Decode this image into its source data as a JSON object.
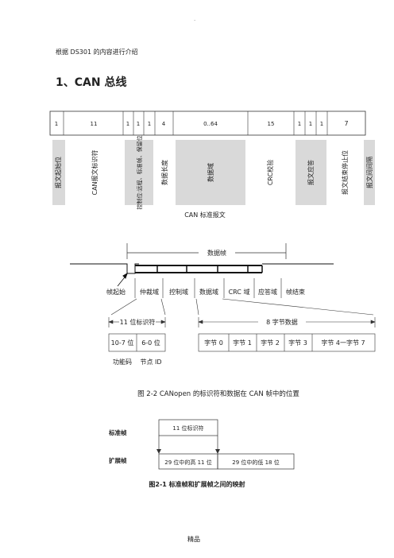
{
  "page": {
    "top_dot": ".",
    "intro": "根据 DS301 的内容进行介绍",
    "heading": "1、CAN 总线",
    "footer": "精品"
  },
  "fig1": {
    "bit_counts": [
      "1",
      "11",
      "1",
      "1",
      "1",
      "4",
      "0..64",
      "15",
      "1",
      "1",
      "1",
      "7"
    ],
    "field_labels": [
      "报文起始位",
      "CAN报文标识符",
      "控制位:远程、标准帧、保留位",
      "数据长度",
      "数据域",
      "CRC校验",
      "报文应答",
      "报文结束停止位",
      "报文间间隔"
    ],
    "caption": "CAN 标准报文"
  },
  "fig2": {
    "frame_title": "数据帧",
    "fields": [
      "帧起始",
      "仲裁域",
      "控制域",
      "数据域",
      "CRC 域",
      "应答域",
      "帧结束"
    ],
    "id_title": "11 位标识符",
    "data_title": "8 字节数据",
    "id_cells": [
      "10-7 位",
      "6-0 位"
    ],
    "id_names": [
      "功能码",
      "节点 ID"
    ],
    "bytes": [
      "字节 0",
      "字节 1",
      "字节 2",
      "字节 3",
      "字节 4一字节 7"
    ],
    "caption": "图 2-2    CANopen 的标识符和数据在 CAN 帧中的位置"
  },
  "fig3": {
    "std_label": "标准帧",
    "ext_label": "扩展帧",
    "std_box": "11 位标识符",
    "ext_box1": "29 位中的高 11 位",
    "ext_box2": "29 位中的低 18 位",
    "caption": "图2-1  标准帧和扩展帧之间的映射"
  },
  "colors": {
    "shade": "#d9d9d9",
    "line": "#333333"
  }
}
